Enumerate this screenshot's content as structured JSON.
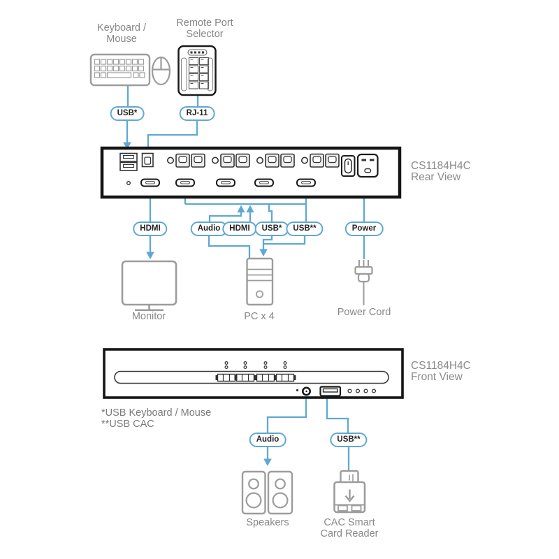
{
  "product": "CS1184H4C",
  "colors": {
    "accent_blue": "#5FA8D4",
    "icon_gray": "#9C9C9C",
    "label_gray": "#878787",
    "device_black": "#151515"
  },
  "top": {
    "keyboard_mouse_label": [
      "Keyboard /",
      "Mouse"
    ],
    "remote_selector_label": [
      "Remote Port",
      "Selector"
    ],
    "usb_pill": "USB*",
    "rj11_pill": "RJ-11"
  },
  "rear": {
    "title": [
      "CS1184H4C",
      "Rear View"
    ],
    "pills": {
      "hdmi_monitor": "HDMI",
      "audio": "Audio",
      "hdmi_pc": "HDMI",
      "usb_keyboard": "USB*",
      "usb_cac": "USB**",
      "power": "Power"
    },
    "monitor_label": "Monitor",
    "pc_label": "PC x 4",
    "power_cord_label": "Power Cord"
  },
  "front": {
    "title": [
      "CS1184H4C",
      "Front View"
    ],
    "pills": {
      "audio": "Audio",
      "usb_cac": "USB**"
    },
    "speakers_label": "Speakers",
    "cac_reader_label": [
      "CAC Smart",
      "Card Reader"
    ]
  },
  "footnotes": [
    "*USB Keyboard / Mouse",
    "**USB CAC"
  ]
}
